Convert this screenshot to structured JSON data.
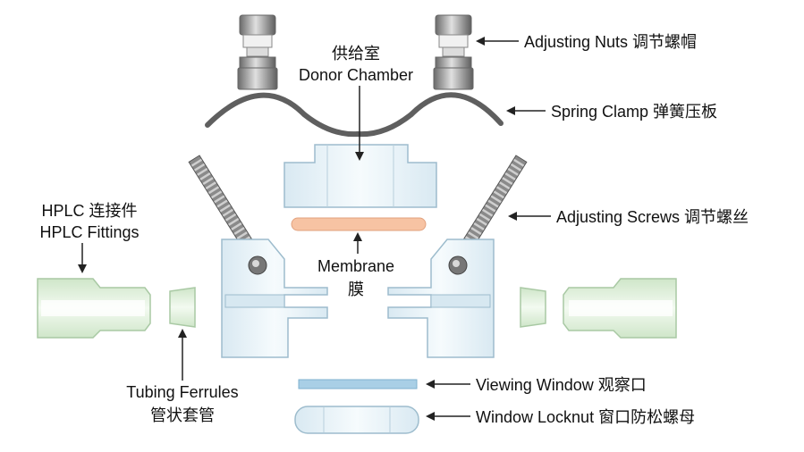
{
  "labels": {
    "donor_chamber_cn": "供给室",
    "donor_chamber_en": "Donor Chamber",
    "adjusting_nuts": "Adjusting Nuts 调节螺帽",
    "spring_clamp": "Spring Clamp 弹簧压板",
    "adjusting_screws": "Adjusting Screws 调节螺丝",
    "hplc_cn": "HPLC 连接件",
    "hplc_en": "HPLC Fittings",
    "membrane_en": "Membrane",
    "membrane_cn": "膜",
    "tubing_en": "Tubing Ferrules",
    "tubing_cn": "管状套管",
    "viewing_window": "Viewing Window 观察口",
    "window_locknut": "Window Locknut 窗口防松螺母"
  },
  "colors": {
    "body_blue": "#e6f1f7",
    "body_stroke": "#9dbccd",
    "fitting_green": "#dff0da",
    "fitting_stroke": "#a9c9a4",
    "membrane_orange": "#f7c3a3",
    "window_blue": "#a9cfe6",
    "metal_dark": "#6f6f6f",
    "arrow": "#222222"
  }
}
